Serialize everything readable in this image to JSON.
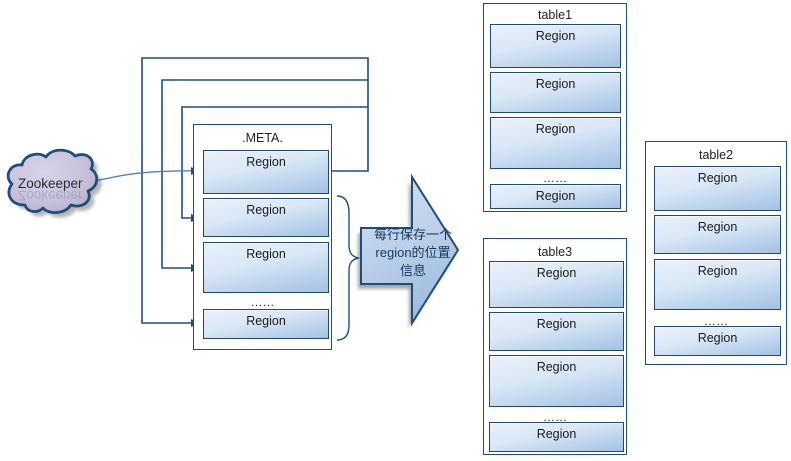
{
  "palette": {
    "connector_line": "#1f4e79",
    "box_border": "#24496f",
    "label_text": "#1f1f1f",
    "arrow_label_text": "#17375e",
    "region_fill_top": "#eaf1fb",
    "region_fill_bottom": "#a2c2e5",
    "cloud_fill": "#cac3de",
    "arrow_fill_top": "#d2e0f2",
    "arrow_fill_bottom": "#9fbddf"
  },
  "zookeeper": {
    "label": "Zookeeper"
  },
  "meta": {
    "title": ".META.",
    "rows": [
      "Region",
      "Region",
      "Region",
      "……",
      "Region"
    ]
  },
  "flow_label": {
    "line1": "每行保存一个",
    "line2": "region的位置",
    "line3": "信息",
    "full": "每行保存一个region的位置信息"
  },
  "tables": {
    "table1": {
      "title": "table1",
      "rows": [
        "Region",
        "Region",
        "Region",
        "……",
        "Region"
      ]
    },
    "table2": {
      "title": "table2",
      "rows": [
        "Region",
        "Region",
        "Region",
        "……",
        "Region"
      ]
    },
    "table3": {
      "title": "table3",
      "rows": [
        "Region",
        "Region",
        "Region",
        "……",
        "Region"
      ]
    }
  }
}
